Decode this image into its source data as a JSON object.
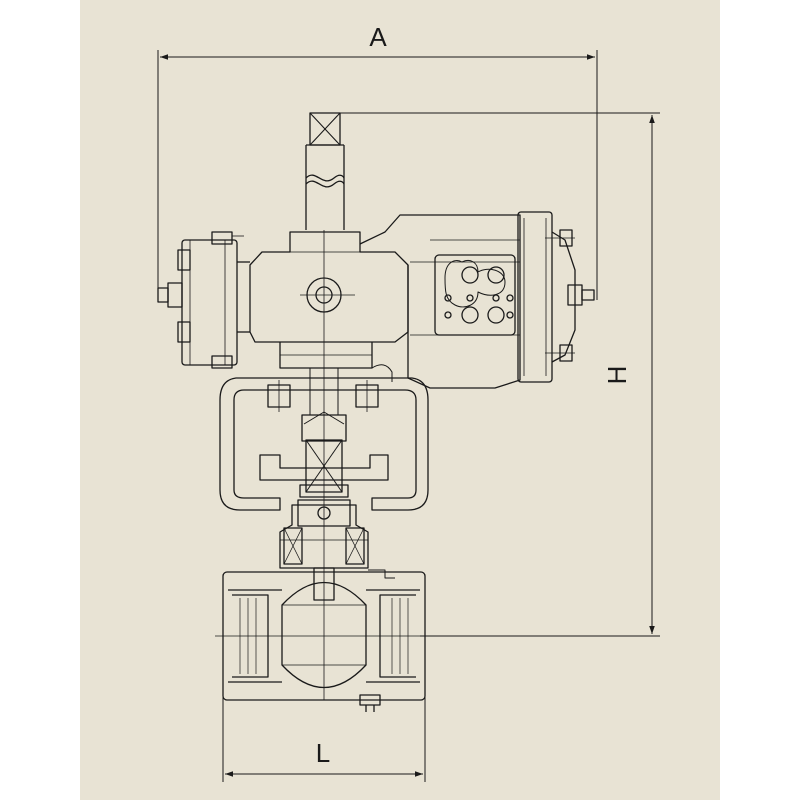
{
  "colors": {
    "background": "#e8e3d4",
    "page": "#ffffff",
    "line": "#1a1a1a"
  },
  "dimensions": {
    "width_label": "A",
    "height_label": "H",
    "length_label": "L"
  }
}
